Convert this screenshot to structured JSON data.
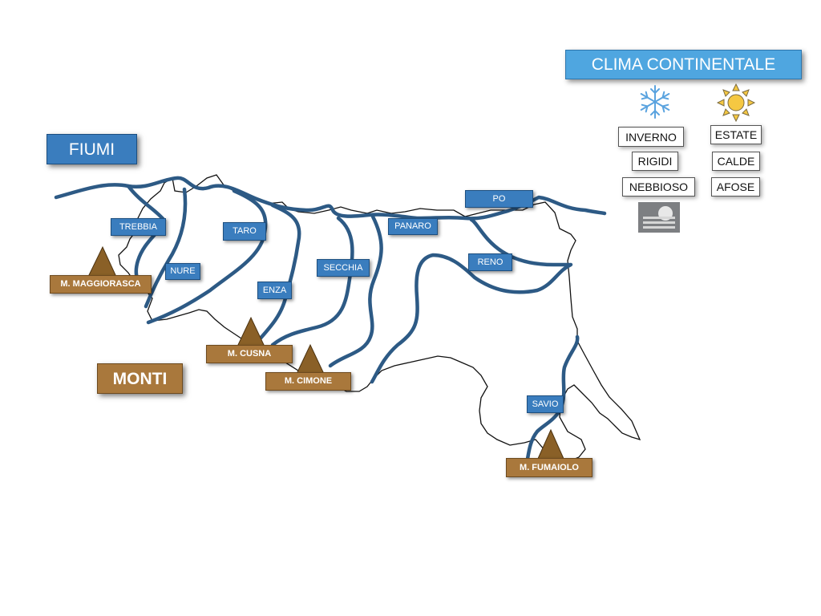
{
  "labels": {
    "fiumi": "FIUMI",
    "monti": "MONTI",
    "clima": "CLIMA CONTINENTALE"
  },
  "rivers": {
    "trebbia": "TREBBIA",
    "nure": "NURE",
    "taro": "TARO",
    "enza": "ENZA",
    "secchia": "SECCHIA",
    "panaro": "PANARO",
    "po": "PO",
    "reno": "RENO",
    "savio": "SAVIO"
  },
  "mountains": {
    "maggiorasca": "M. MAGGIORASCA",
    "cusna": "M. CUSNA",
    "cimone": "M. CIMONE",
    "fumaiolo": "M. FUMAIOLO"
  },
  "climate": {
    "winter": [
      "INVERNO",
      "RIGIDI",
      "NEBBIOSO"
    ],
    "summer": [
      "ESTATE",
      "CALDE",
      "AFOSE"
    ],
    "icons": [
      "snowflake-icon",
      "sun-icon",
      "fog-icon"
    ]
  },
  "colors": {
    "river": "#2d5a85",
    "border": "#111111",
    "river_tag": "#3a7dbe",
    "mountain": "#a9783c",
    "title": "#4fa6e0"
  }
}
